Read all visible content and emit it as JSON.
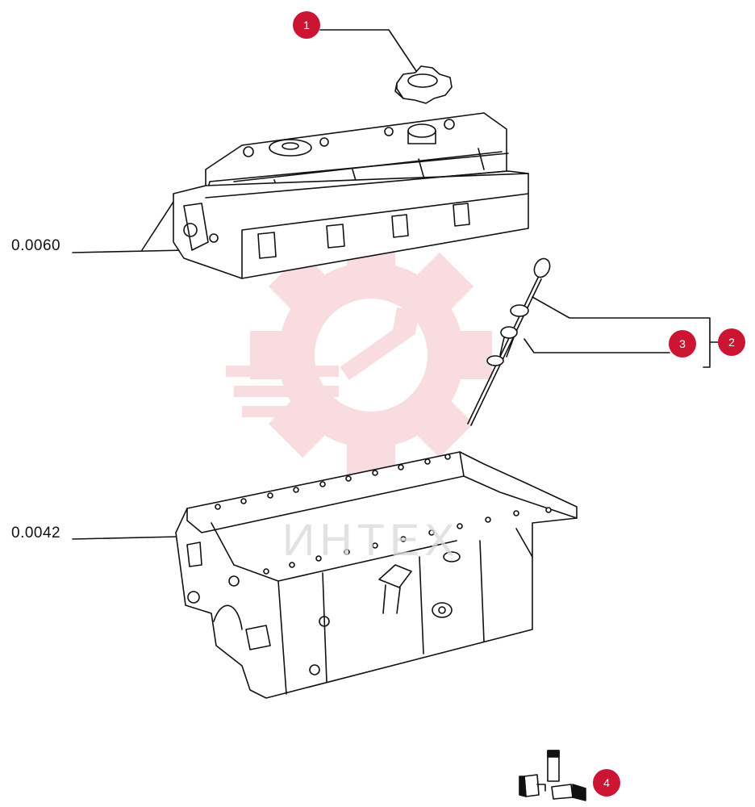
{
  "references": [
    {
      "id": "ref-0060",
      "label": "0.0060"
    },
    {
      "id": "ref-0042",
      "label": "0.0042"
    }
  ],
  "callouts": [
    {
      "id": "callout-1",
      "number": "1"
    },
    {
      "id": "callout-2",
      "number": "2"
    },
    {
      "id": "callout-3",
      "number": "3"
    },
    {
      "id": "callout-4",
      "number": "4"
    }
  ],
  "watermark": {
    "text": "ИНТЕХ",
    "icon": "gear-wrench-icon"
  },
  "colors": {
    "callout": "#cc1433",
    "line": "#111111",
    "watermark": "#f4c6cb"
  }
}
